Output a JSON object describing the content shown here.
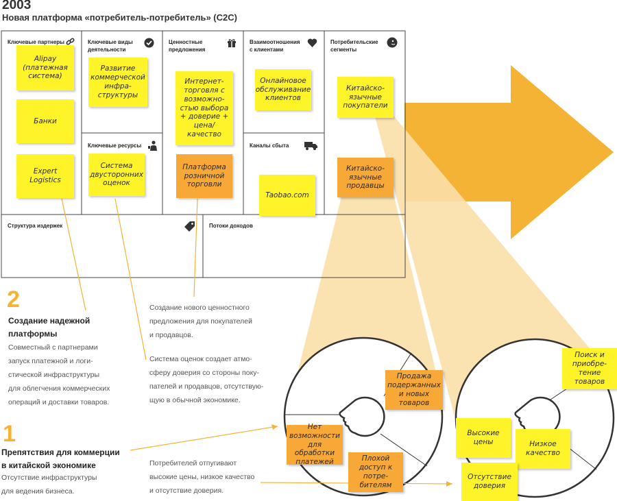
{
  "header": {
    "year": "2003",
    "subtitle": "Новая платформа «потребитель-потребитель» (C2C)"
  },
  "canvas": {
    "key_partners": "Ключевые партнеры",
    "key_activities": "Ключевые виды деятельности",
    "key_resources": "Ключевые ресурсы",
    "value_propositions": "Ценностные предложения",
    "customer_relationships": "Взаимоотношения с клиентами",
    "channels": "Каналы сбыта",
    "customer_segments": "Потребительские сегменты",
    "cost_structure": "Структура издержек",
    "revenue_streams": "Потоки доходов"
  },
  "notes": {
    "alipay": "Alipay (платежная система)",
    "banks": "Банки",
    "expert": "Expert Logistics",
    "dev_infra": "Развитие коммерческой инфра- структуры",
    "rating": "Система двусторонних оценок",
    "vp_online": "Интернет- торговля с возможно- стью выбора + доверие + цена/ качество",
    "vp_platform": "Платформа розничной торговли",
    "online_service": "Онлайновое обслуживание клиентов",
    "taobao": "Taobao.com",
    "buyers": "Китайско- язычные покупатели",
    "sellers": "Китайско- язычные продавцы",
    "sale": "Продажа подержанных и новых товаров",
    "no_payment": "Нет возможности для обработки платежей",
    "poor_access": "Плохой доступ к потре- бителям",
    "search": "Поиск и приобре- тение товаров",
    "high_prices": "Высокие цены",
    "low_quality": "Низкое качество",
    "no_trust": "Отсутствие доверия"
  },
  "annotations": {
    "a2": {
      "number": "2",
      "title1": "Создание надежной",
      "title2": "платформы",
      "l1": "Совместный с партнерами",
      "l2": "запуск платежной и логи-",
      "l3": "стической инфраструктуры",
      "l4": "для облегчения коммерческих",
      "l5": "операций и доставки товаров."
    },
    "a1": {
      "number": "1",
      "title1": "Препятствия для коммерции",
      "title2": "в китайской экономике",
      "l1": "Отсутствие инфраструктуры",
      "l2": "для ведения бизнеса."
    },
    "vp_text": {
      "l1": "Создание нового ценностного",
      "l2": "предложения для покупателей",
      "l3": "и продавцов."
    },
    "rating_text": {
      "l1": "Система оценок создает атмо-",
      "l2": "сферу доверия со стороны поку-",
      "l3": "пателей и продавцов, отсутствую-",
      "l4": "щую в обычной экономике."
    },
    "consumers_text": {
      "l1": "Потребителей отпугивают",
      "l2": "высокие цены, низкое качество",
      "l3": "и отсутствие доверия."
    }
  },
  "colors": {
    "arrow": "#f5b335",
    "beam": "#fbdfa8",
    "sticky_yellow": "#fff32a",
    "sticky_orange": "#f7a836",
    "grid": "#444444"
  },
  "icons": [
    "link-icon",
    "check-icon",
    "gift-icon",
    "heart-icon",
    "face-icon",
    "worker-icon",
    "truck-icon",
    "tag-icon"
  ]
}
